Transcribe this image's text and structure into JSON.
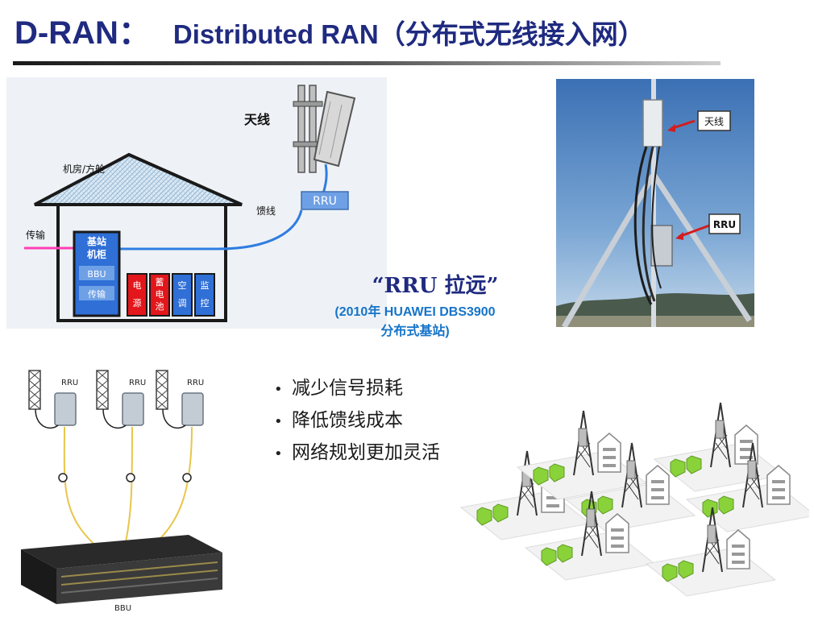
{
  "slide": {
    "title_main": "D-RAN：",
    "title_sub": "Distributed RAN（分布式无线接入网）"
  },
  "diagram": {
    "label_antenna": "天线",
    "label_room": "机房/方舱",
    "label_feeder": "馈线",
    "label_transmission": "传输",
    "label_rru": "RRU",
    "cabinet_label_line1": "基站",
    "cabinet_label_line2": "机柜",
    "cabinet_bbu": "BBU",
    "cabinet_trans": "传输",
    "units": [
      {
        "c1": "电",
        "c2": "源"
      },
      {
        "c1": "蓄",
        "c2": "电",
        "c3": "池"
      },
      {
        "c1": "空",
        "c2": "调"
      },
      {
        "c1": "监",
        "c2": "控"
      }
    ]
  },
  "photo": {
    "tag_antenna": "天线",
    "tag_rru": "RRU"
  },
  "center": {
    "rru_title": "“RRU 拉远”",
    "caption_line1": "(2010年 HUAWEI DBS3900",
    "caption_line2": "分布式基站)"
  },
  "bullets": [
    {
      "bullet": "•",
      "text": "减少信号损耗"
    },
    {
      "bullet": "•",
      "text": "降低馈线成本"
    },
    {
      "bullet": "•",
      "text": "网络规划更加灵活"
    }
  ],
  "bbu_figure": {
    "rru_labels": [
      "RRU",
      "RRU",
      "RRU"
    ],
    "bbu_label": "BBU"
  },
  "colors": {
    "title": "#1f2a80",
    "caption": "#1674c8",
    "fiber": "#2f7de1",
    "transmission": "#ff3fb4",
    "unit_red": "#e3161b",
    "unit_blue": "#2f6fd6",
    "hexagon": "#8ad23a"
  }
}
